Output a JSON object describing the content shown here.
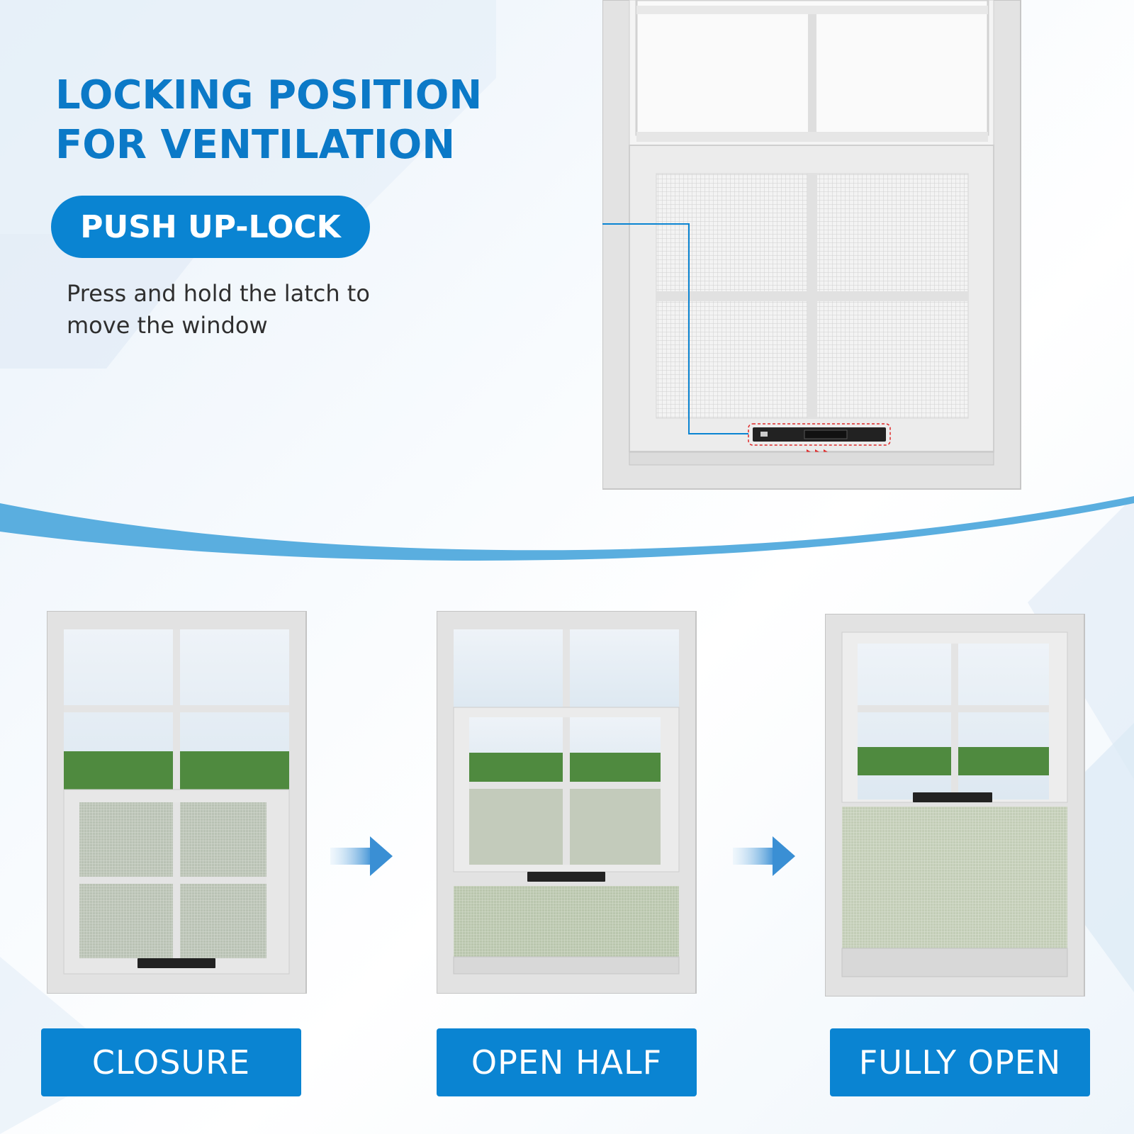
{
  "heading": {
    "line1": "LOCKING POSITION",
    "line2": "FOR VENTILATION"
  },
  "callout": {
    "pill_label": "PUSH UP-LOCK",
    "description_line1": "Press and hold the latch to",
    "description_line2": "move the window"
  },
  "stages": [
    {
      "label": "CLOSURE"
    },
    {
      "label": "OPEN HALF"
    },
    {
      "label": "FULLY OPEN"
    }
  ],
  "colors": {
    "brand_blue": "#0a84d2",
    "title_blue": "#0b79c7",
    "wave_blue": "#5aaedf",
    "latch_highlight": "#e02828"
  },
  "icons": [
    "latch-icon",
    "right-arrow-icon"
  ]
}
